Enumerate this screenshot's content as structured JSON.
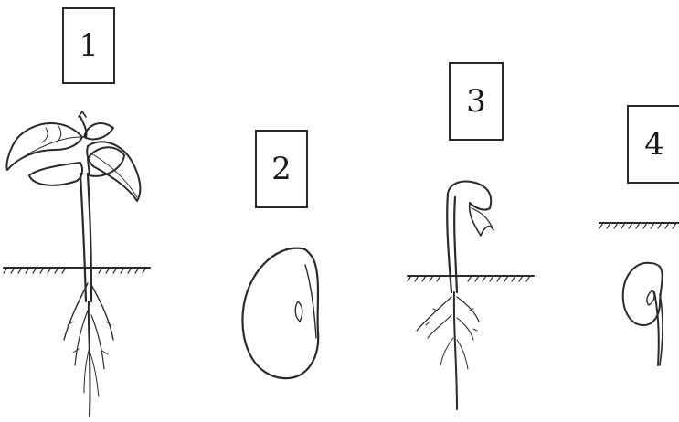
{
  "stages": [
    {
      "id": "1",
      "label": "1"
    },
    {
      "id": "2",
      "label": "2"
    },
    {
      "id": "3",
      "label": "3"
    },
    {
      "id": "4",
      "label": "4"
    }
  ],
  "colors": {
    "ink": "#2a2a2a",
    "paper": "#ffffff"
  }
}
